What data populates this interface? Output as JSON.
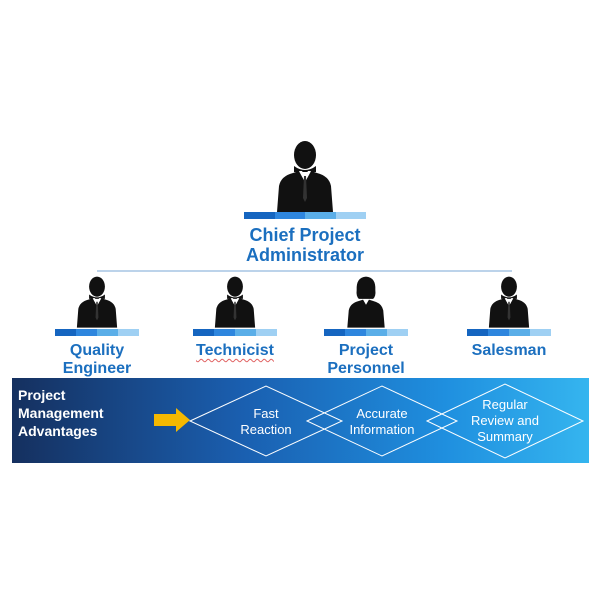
{
  "diagram": {
    "top_node": {
      "label_line1": "Chief Project",
      "label_line2": "Administrator"
    },
    "children": [
      {
        "label_line1": "Quality",
        "label_line2": "Engineer",
        "icon": "male-person-icon"
      },
      {
        "label_line1": "Technicist",
        "label_line2": "",
        "icon": "male-person-icon"
      },
      {
        "label_line1": "Project",
        "label_line2": "Personnel",
        "icon": "female-person-icon"
      },
      {
        "label_line1": "Salesman",
        "label_line2": "",
        "icon": "male-person-icon"
      }
    ],
    "bar_colors": [
      "#1565c0",
      "#2e86de",
      "#5aaee8",
      "#9fd0f3"
    ],
    "label_color": "#1b6fbf"
  },
  "advantages": {
    "title_line1": "Project",
    "title_line2": "Management",
    "title_line3": "Advantages",
    "arrow_color": "#f5b800",
    "items": [
      {
        "line1": "Fast",
        "line2": "Reaction",
        "line3": ""
      },
      {
        "line1": "Accurate",
        "line2": "Information",
        "line3": ""
      },
      {
        "line1": "Regular",
        "line2": "Review and",
        "line3": "Summary"
      }
    ]
  }
}
